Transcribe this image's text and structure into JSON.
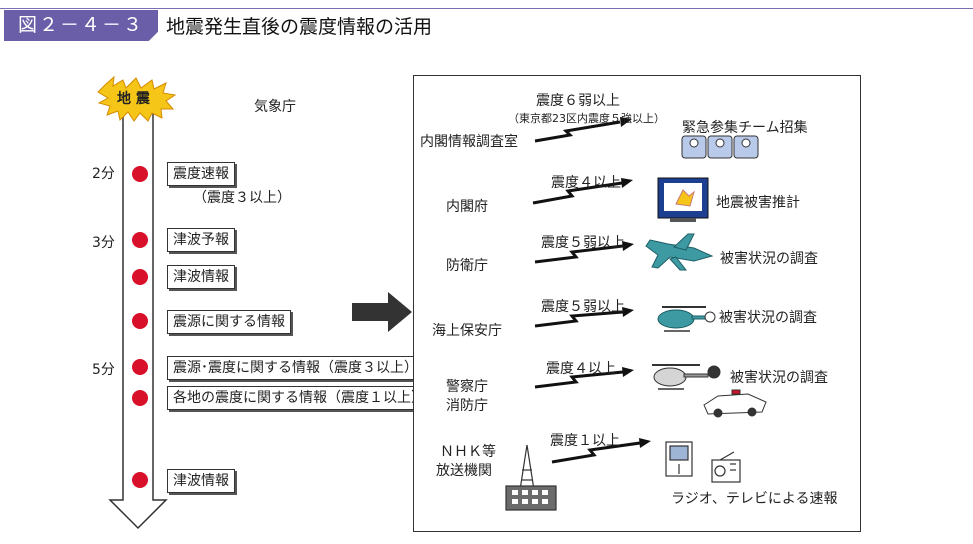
{
  "header": {
    "figure_label": "図２－４－３",
    "title": "地震発生直後の震度情報の活用"
  },
  "timeline": {
    "source_label": "気象庁",
    "earthquake_label": "地 震",
    "times": [
      {
        "label": "2分"
      },
      {
        "label": "3分"
      },
      {
        "label": "5分"
      }
    ],
    "items": [
      {
        "label": "震度速報",
        "note": "（震度３以上）"
      },
      {
        "label": "津波予報"
      },
      {
        "label": "津波情報"
      },
      {
        "label": "震源に関する情報"
      },
      {
        "label": "震源･震度に関する情報（震度３以上）"
      },
      {
        "label": "各地の震度に関する情報（震度１以上）"
      },
      {
        "label": "津波情報"
      }
    ]
  },
  "recipients": [
    {
      "org": "内閣情報調査室",
      "threshold": "震度６弱以上",
      "threshold_note": "（東京都23区内震度５強以上）",
      "result": "緊急参集チーム招集",
      "icon": "team-icon"
    },
    {
      "org": "内閣府",
      "threshold": "震度４以上",
      "result": "地震被害推計",
      "icon": "monitor-icon"
    },
    {
      "org": "防衛庁",
      "threshold": "震度５弱以上",
      "result": "被害状況の調査",
      "icon": "airplane-icon"
    },
    {
      "org": "海上保安庁",
      "threshold": "震度５弱以上",
      "result": "被害状況の調査",
      "icon": "helicopter-icon"
    },
    {
      "org": "警察庁",
      "org2": "消防庁",
      "threshold": "震度４以上",
      "result": "被害状況の調査",
      "icon": "helicopter-police-car-icon"
    },
    {
      "org": "ＮＨＫ等",
      "org2": "放送機関",
      "threshold": "震度１以上",
      "result": "ラジオ、テレビによる速報",
      "icon": "tv-radio-icon"
    }
  ],
  "colors": {
    "badge": "#6a5ea8",
    "dot": "#d8102a",
    "burst": "#f5c518",
    "arrow": "#333333"
  }
}
